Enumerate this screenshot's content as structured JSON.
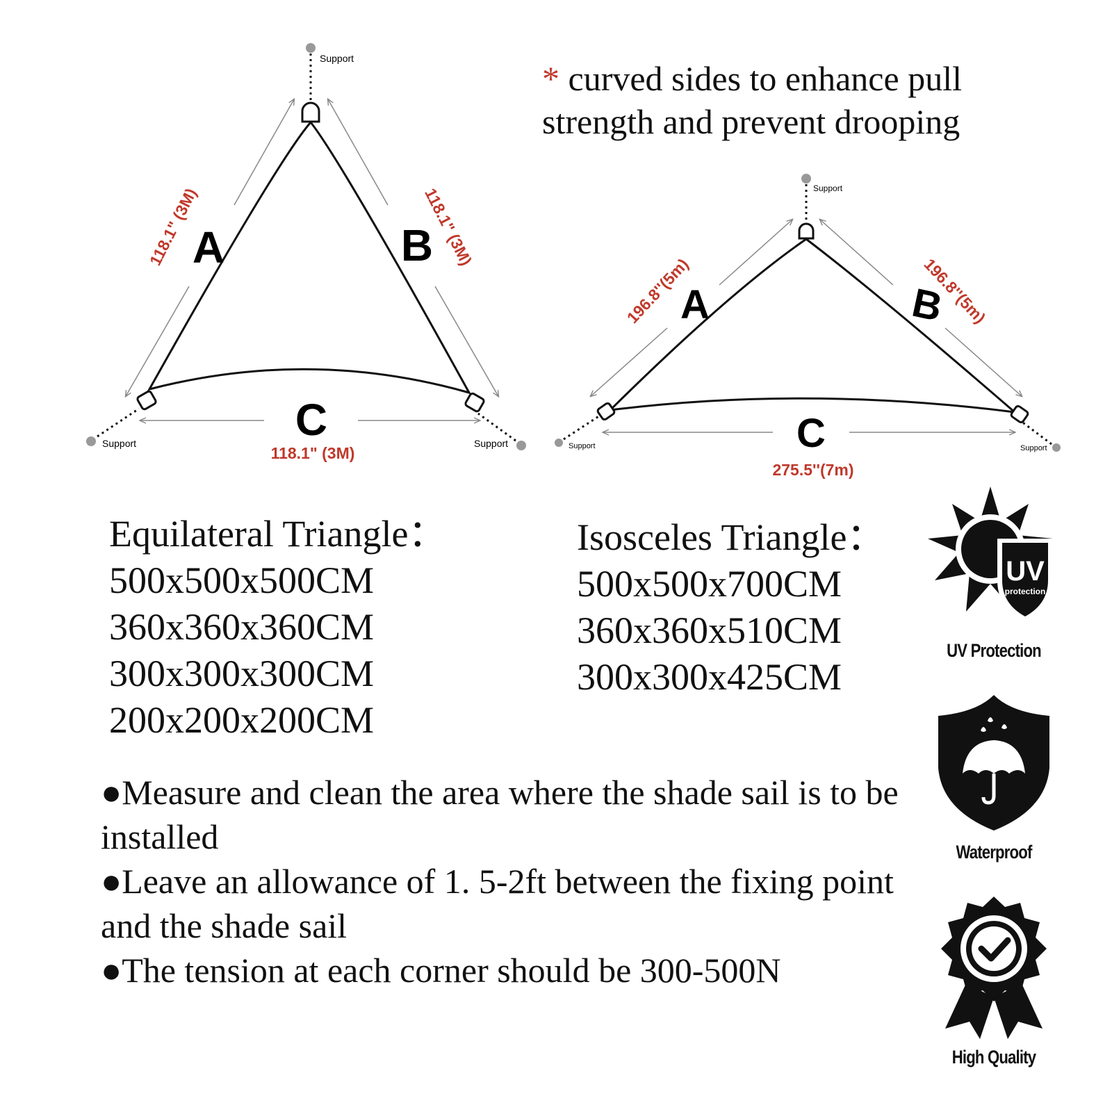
{
  "note": {
    "star": "*",
    "text": "curved sides to enhance pull strength and prevent drooping"
  },
  "equilateral": {
    "support_label": "Support",
    "side_a_letter": "A",
    "side_b_letter": "B",
    "side_c_letter": "C",
    "side_a_length": "118.1\" (3M)",
    "side_b_length": "118.1\" (3M)",
    "side_c_length": "118.1\" (3M)",
    "title": "Equilateral Triangle：",
    "sizes": [
      "500x500x500CM",
      "360x360x360CM",
      "300x300x300CM",
      "200x200x200CM"
    ]
  },
  "isosceles": {
    "support_label": "Support",
    "side_a_letter": "A",
    "side_b_letter": "B",
    "side_c_letter": "C",
    "side_a_length": "196.8''(5m)",
    "side_b_length": "196.8''(5m)",
    "side_c_length": "275.5''(7m)",
    "title": "Isosceles Triangle：",
    "sizes": [
      "500x500x700CM",
      "360x360x510CM",
      "300x300x425CM"
    ]
  },
  "tips": [
    "●Measure and clean the area where the shade sail is to be installed",
    "●Leave an allowance of 1. 5-2ft between the fixing point and the shade sail",
    "●The tension at each corner should be 300-500N"
  ],
  "badges": {
    "uv_text": "UV",
    "uv_sub": "protection",
    "uv_caption": "UV Protection",
    "waterproof_caption": "Waterproof",
    "quality_caption": "High Quality"
  },
  "colors": {
    "accent_red": "#c0392b",
    "ink": "#111111",
    "support_dot": "#999999"
  }
}
